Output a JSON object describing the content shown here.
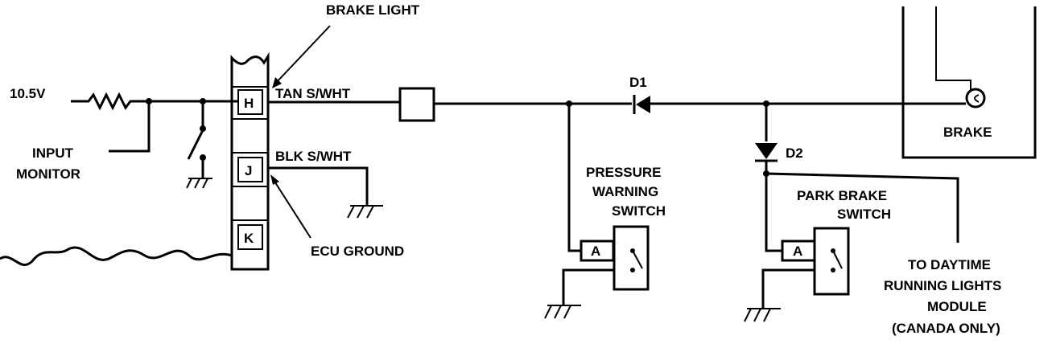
{
  "labels": {
    "brake_light": "BRAKE LIGHT",
    "voltage": "10.5V",
    "input_monitor_1": "INPUT",
    "input_monitor_2": "MONITOR",
    "tan_wire": "TAN S/WHT",
    "blk_wire": "BLK S/WHT",
    "ecu_ground": "ECU GROUND",
    "d1": "D1",
    "d2": "D2",
    "brake": "BRAKE",
    "pressure_1": "PRESSURE",
    "pressure_2": "WARNING",
    "pressure_3": "SWITCH",
    "park_1": "PARK BRAKE",
    "park_2": "SWITCH",
    "drl_1": "TO DAYTIME",
    "drl_2": "RUNNING LIGHTS",
    "drl_3": "MODULE",
    "drl_4": "(CANADA ONLY)"
  },
  "pins": {
    "h": "H",
    "j": "J",
    "k": "K"
  },
  "switch_pins": {
    "pressure": "A",
    "park": "A"
  }
}
